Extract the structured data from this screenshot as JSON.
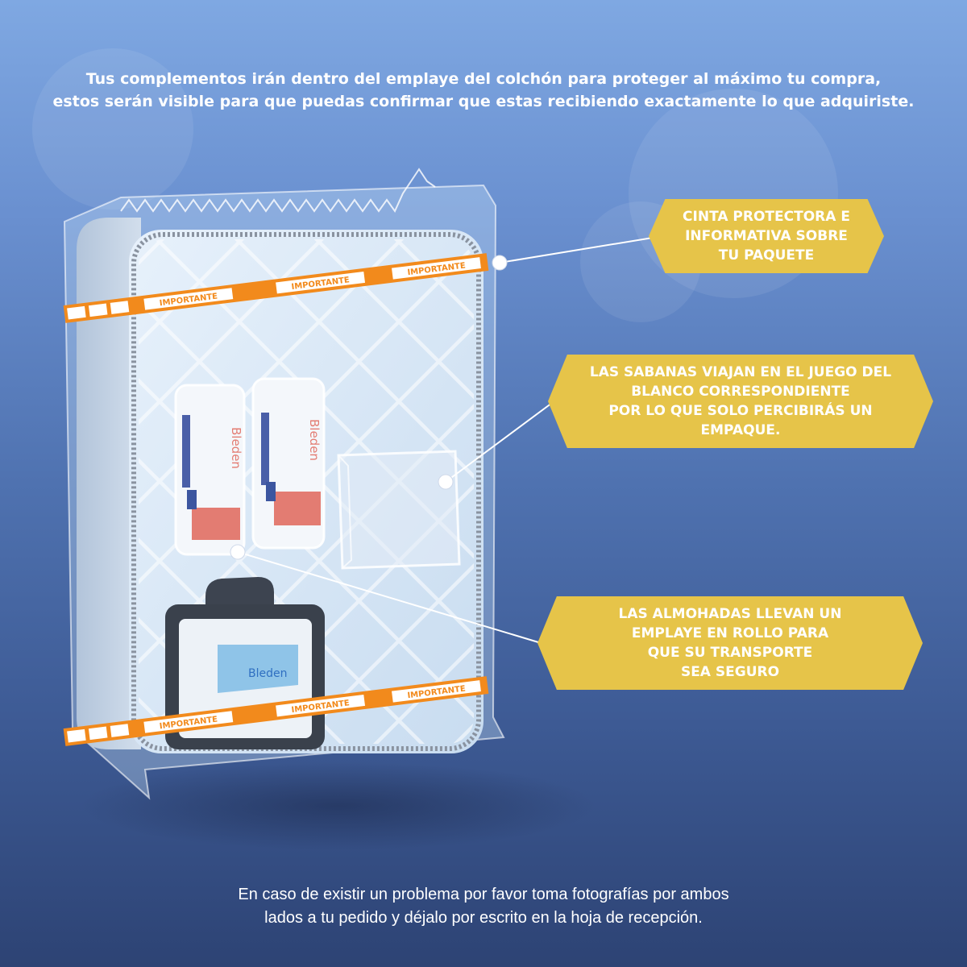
{
  "intro": {
    "line1": "Tus complementos irán dentro del emplaye del colchón para proteger al máximo tu compra,",
    "line2": "estos serán visible para que puedas confirmar que estas recibiendo exactamente lo que adquiriste."
  },
  "callouts": [
    {
      "lines": [
        "CINTA PROTECTORA E",
        "INFORMATIVA SOBRE",
        "TU PAQUETE"
      ]
    },
    {
      "lines": [
        "LAS SABANAS VIAJAN EN EL JUEGO DEL",
        "BLANCO CORRESPONDIENTE",
        "POR LO QUE SOLO PERCIBIRÁS UN",
        "EMPAQUE."
      ]
    },
    {
      "lines": [
        "LAS ALMOHADAS LLEVAN UN",
        "EMPLAYE EN ROLLO PARA",
        "QUE SU TRANSPORTE",
        "SEA SEGURO"
      ]
    }
  ],
  "tape": {
    "label": "IMPORTANTE",
    "color": "#f28a1c"
  },
  "pillow_brand": "Bleden",
  "footer": {
    "line1": "En caso de existir un problema por favor toma fotografías por ambos",
    "line2": "lados a tu pedido y déjalo por escrito en la hoja de recepción."
  },
  "colors": {
    "callout": "#e6c449",
    "background_top": "#7fa8e2",
    "background_bottom": "#2d4374"
  }
}
